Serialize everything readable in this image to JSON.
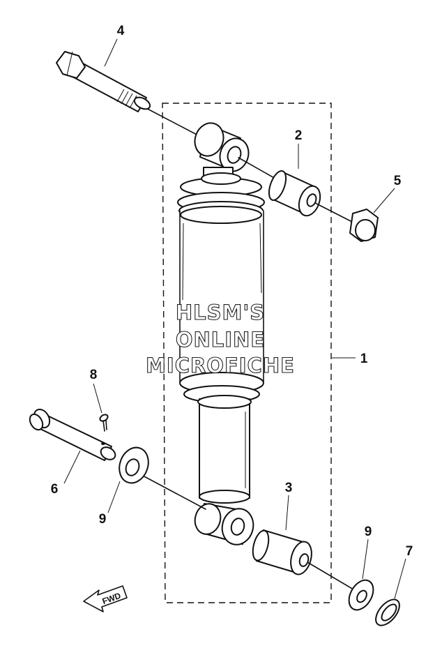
{
  "callouts": {
    "c1": "1",
    "c2": "2",
    "c3": "3",
    "c4": "4",
    "c5": "5",
    "c6": "6",
    "c7": "7",
    "c8": "8",
    "c9a": "9",
    "c9b": "9"
  },
  "watermark": {
    "line1": "HLSM'S",
    "line2": "ONLINE",
    "line3": "MICROFICHE"
  },
  "fwd_label": "FWD"
}
